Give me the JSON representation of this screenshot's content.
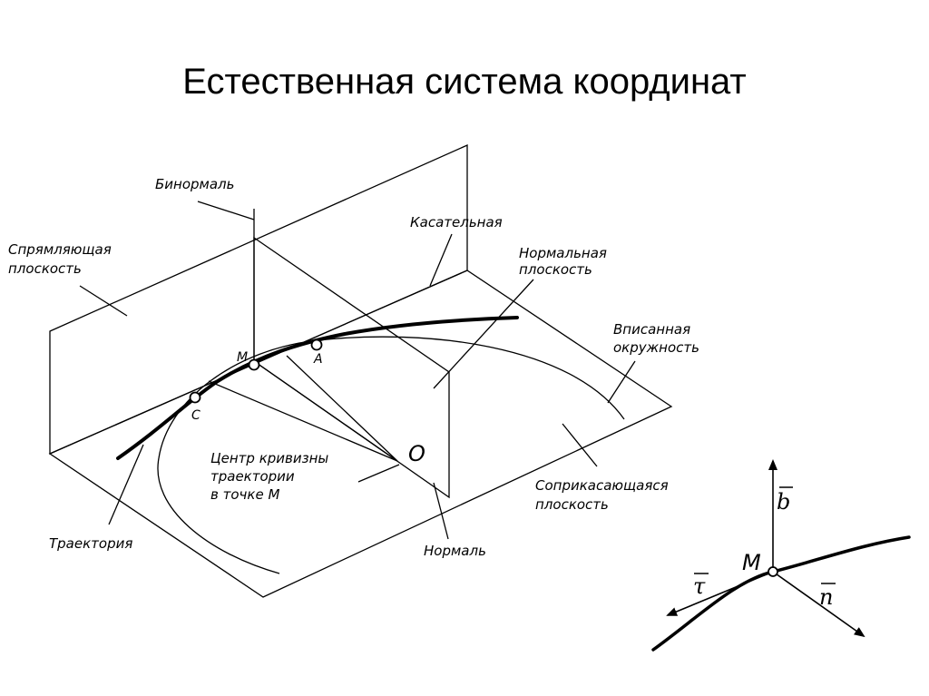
{
  "title": "Естественная система координат",
  "labels": {
    "binormal": "Бинормаль",
    "tangent": "Касательная",
    "rectifying_l1": "Спрямляющая",
    "rectifying_l2": "плоскость",
    "normal_plane_l1": "Нормальная",
    "normal_plane_l2": "плоскость",
    "inscribed_l1": "Вписанная",
    "inscribed_l2": "окружность",
    "center_l1": "Центр кривизны",
    "center_l2": "траектории",
    "center_l3": "в точке M",
    "osculating_l1": "Соприкасающаяся",
    "osculating_l2": "плоскость",
    "trajectory": "Траектория",
    "normal": "Нормаль"
  },
  "points": {
    "M": "M",
    "A": "A",
    "C": "C",
    "O": "O"
  },
  "vectors": {
    "b": "b",
    "tau": "τ",
    "n": "n",
    "M": "M"
  }
}
